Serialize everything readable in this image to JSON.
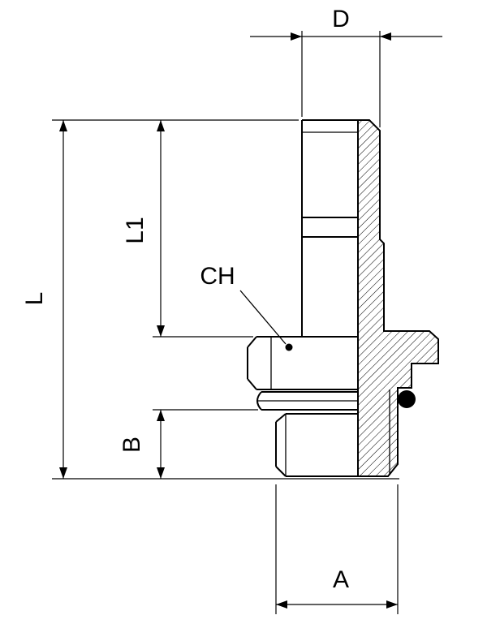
{
  "drawing": {
    "labels": {
      "d": "D",
      "l": "L",
      "l1": "L1",
      "ch": "CH",
      "b": "B",
      "a": "A"
    },
    "colors": {
      "line": "#000000",
      "background": "#ffffff",
      "o_ring_fill": "#000000"
    }
  }
}
